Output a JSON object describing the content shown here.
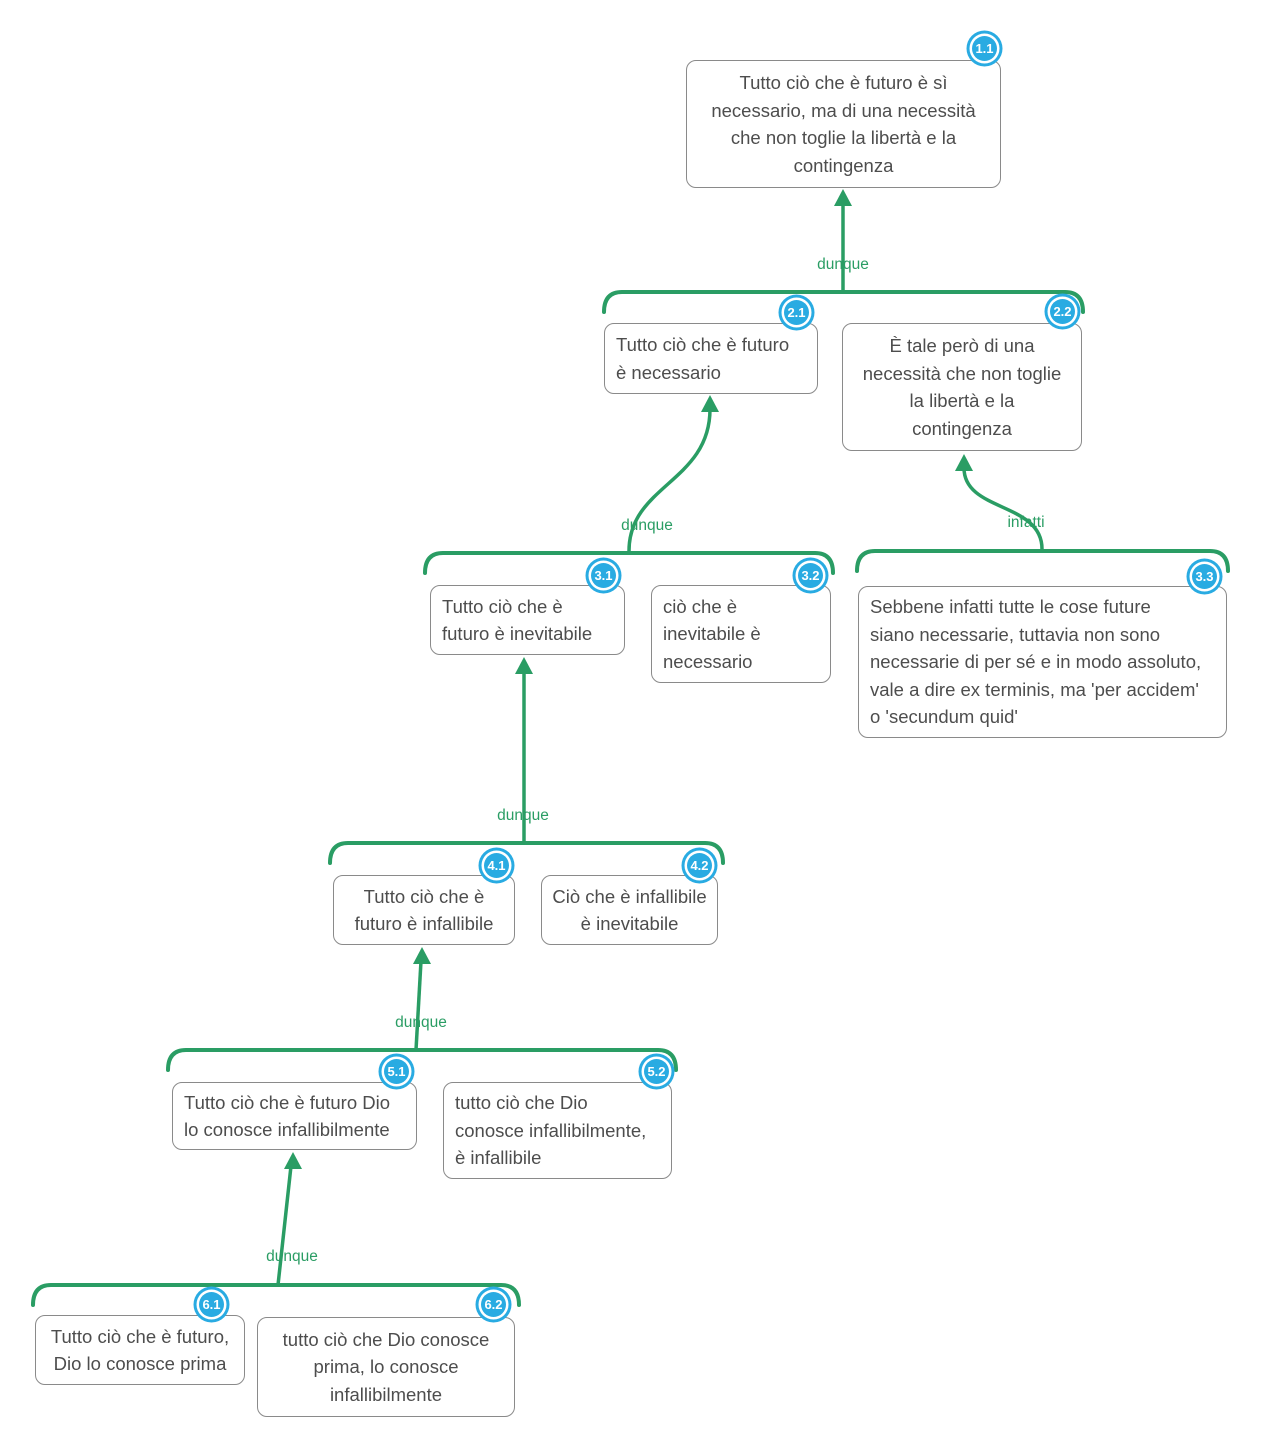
{
  "colors": {
    "arrow_green": "#2a9d64",
    "badge_blue": "#29abe2",
    "box_border_gray": "#8a8a8a",
    "box_text_gray": "#4d4d4d"
  },
  "nodes": {
    "n11": {
      "badge": "1.1",
      "text": "Tutto ciò che è futuro è sì\nnecessario, ma di una necessità\nche non toglie la libertà e la\ncontingenza"
    },
    "n21": {
      "badge": "2.1",
      "text": "Tutto ciò che è futuro\nè necessario"
    },
    "n22": {
      "badge": "2.2",
      "text": "È tale però di una\nnecessità che non toglie\nla libertà e la\ncontingenza"
    },
    "n31": {
      "badge": "3.1",
      "text": "Tutto ciò che è\nfuturo è inevitabile"
    },
    "n32": {
      "badge": "3.2",
      "text": "ciò che è\ninevitabile è\nnecessario"
    },
    "n33": {
      "badge": "3.3",
      "text": "Sebbene infatti tutte le cose future\nsiano necessarie, tuttavia non sono\nnecessarie di per sé e in modo assoluto,\nvale a dire ex terminis, ma 'per accidem'\no 'secundum quid'"
    },
    "n41": {
      "badge": "4.1",
      "text": "Tutto ciò che è\nfuturo è infallibile"
    },
    "n42": {
      "badge": "4.2",
      "text": "Ciò che è infallibile\nè inevitabile"
    },
    "n51": {
      "badge": "5.1",
      "text": "Tutto ciò che è futuro Dio\nlo conosce infallibilmente"
    },
    "n52": {
      "badge": "5.2",
      "text": "tutto ciò che Dio\nconosce infallibilmente,\nè infallibile"
    },
    "n61": {
      "badge": "6.1",
      "text": "Tutto ciò che è futuro,\nDio lo conosce prima"
    },
    "n62": {
      "badge": "6.2",
      "text": "tutto ciò che Dio conosce\nprima, lo conosce\ninfallibilmente"
    }
  },
  "connectors": {
    "c1": {
      "label": "dunque"
    },
    "c2": {
      "label": "dunque"
    },
    "c3": {
      "label": "infatti"
    },
    "c4": {
      "label": "dunque"
    },
    "c5": {
      "label": "dunque"
    },
    "c6": {
      "label": "dunque"
    }
  }
}
